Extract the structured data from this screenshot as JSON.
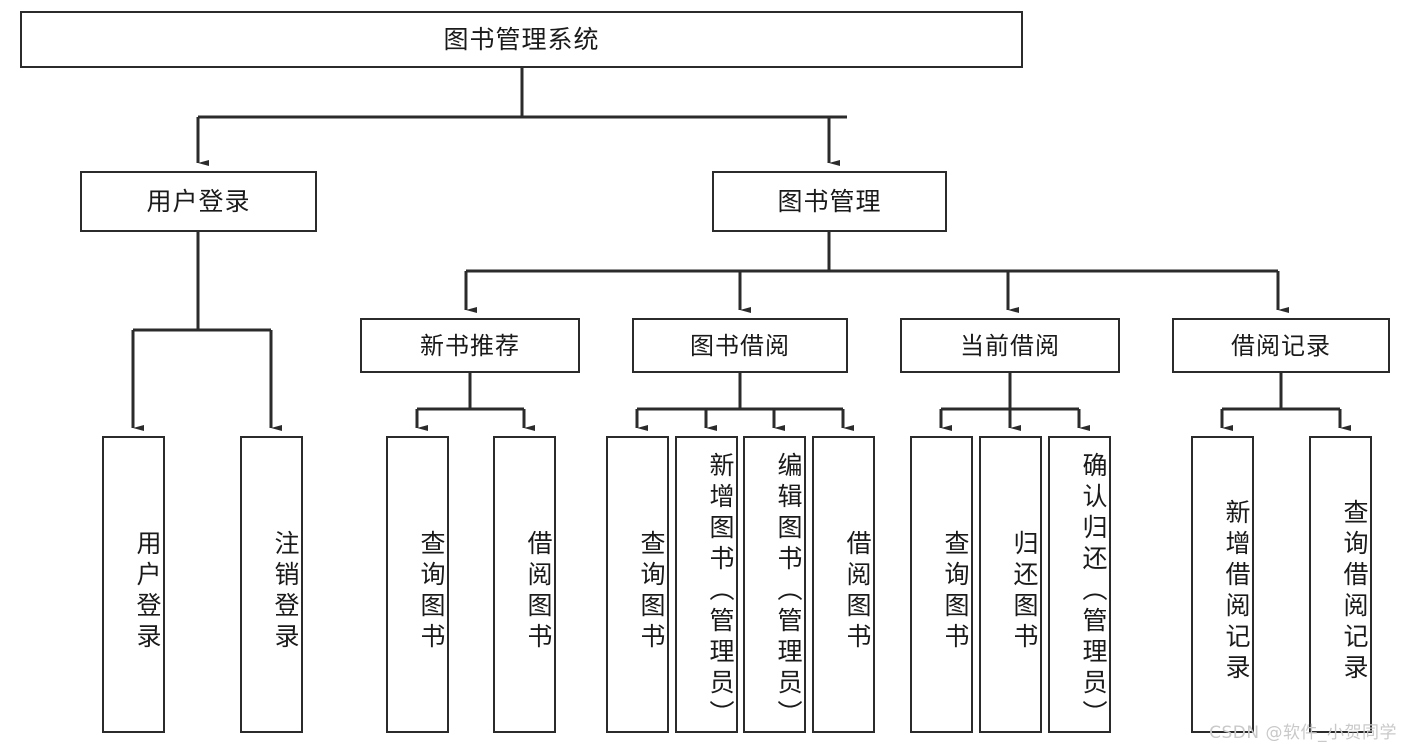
{
  "diagram": {
    "type": "tree-hierarchy",
    "title": "图书管理系统",
    "orientation": "top-down",
    "colors": {
      "box_border": "#2b2b2b",
      "box_fill": "#ffffff",
      "connector": "#2b2b2b",
      "watermark": "#c9c9c9",
      "background": "#ffffff"
    },
    "root": {
      "label": "图书管理系统"
    },
    "level2": [
      {
        "label": "用户登录"
      },
      {
        "label": "图书管理"
      }
    ],
    "level3": [
      {
        "label": "新书推荐"
      },
      {
        "label": "图书借阅"
      },
      {
        "label": "当前借阅"
      },
      {
        "label": "借阅记录"
      }
    ],
    "leaves": {
      "user_login": [
        {
          "label": "用户登录"
        },
        {
          "label": "注销登录"
        }
      ],
      "new_book_recommend": [
        {
          "label": "查询图书"
        },
        {
          "label": "借阅图书"
        }
      ],
      "book_borrow": [
        {
          "label": "查询图书"
        },
        {
          "label": "新增图书（管理员）"
        },
        {
          "label": "编辑图书（管理员）"
        },
        {
          "label": "借阅图书"
        }
      ],
      "current_borrow": [
        {
          "label": "查询图书"
        },
        {
          "label": "归还图书"
        },
        {
          "label": "确认归还（管理员）"
        }
      ],
      "borrow_record": [
        {
          "label": "新增借阅记录"
        },
        {
          "label": "查询借阅记录"
        }
      ]
    }
  },
  "watermark": {
    "text": "CSDN @软件_小贺同学"
  }
}
